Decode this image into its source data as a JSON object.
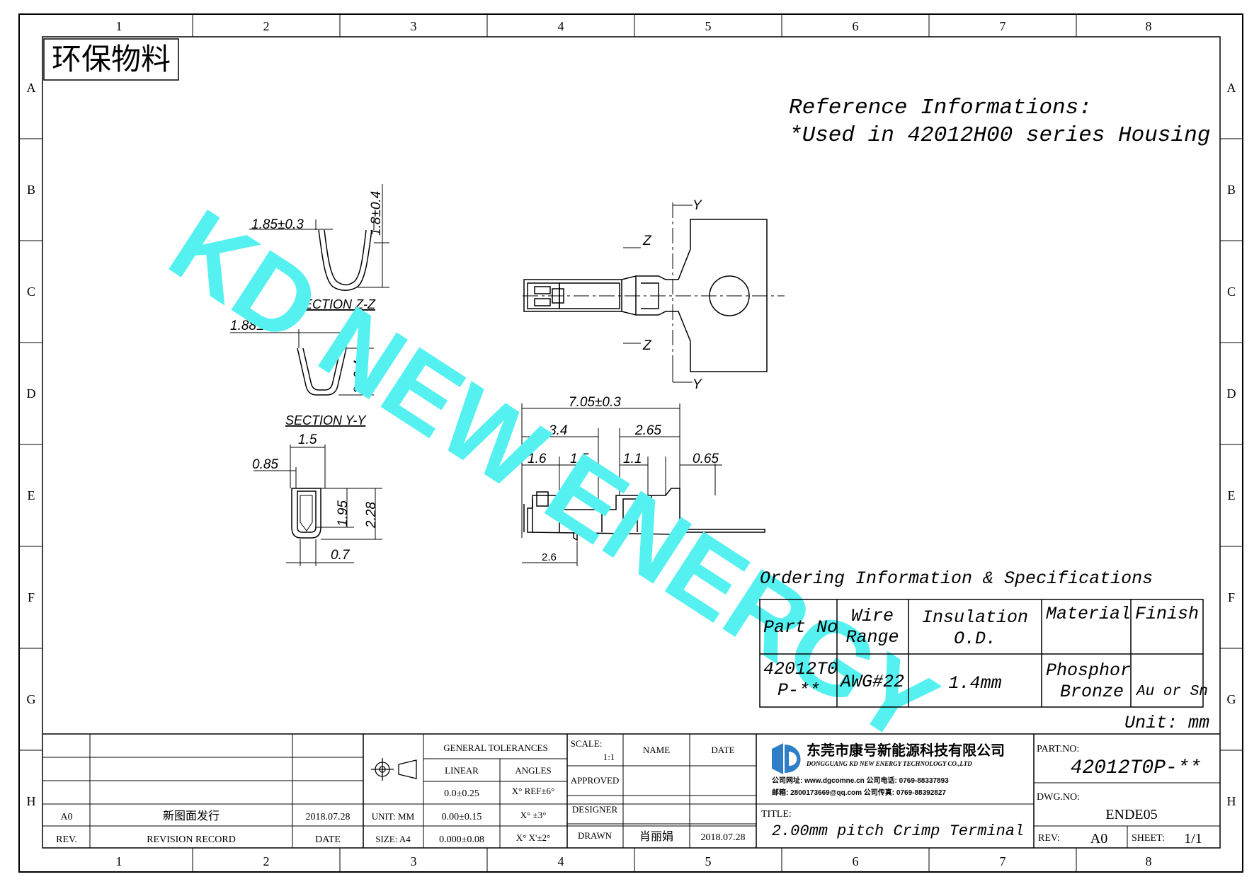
{
  "zones": {
    "columns": [
      "1",
      "2",
      "3",
      "4",
      "5",
      "6",
      "7",
      "8"
    ],
    "rows": [
      "A",
      "B",
      "C",
      "D",
      "E",
      "F",
      "G",
      "H"
    ]
  },
  "eco_label": "环保物料",
  "reference": {
    "line1": "Reference Informations:",
    "line2": "*Used in 42012H00 series Housing"
  },
  "watermark": {
    "text": "KD NEW ENERGY",
    "color": "#55f1f1"
  },
  "drawing": {
    "section_zz": {
      "label": "SECTION Z-Z",
      "dim_width": "1.85±0.3",
      "dim_height": "1.8±0.4"
    },
    "section_yy": {
      "label": "SECTION Y-Y",
      "dim_width": "1.88±0.3",
      "dim_height": "2±0.4"
    },
    "end_view": {
      "dim_1": "1.5",
      "dim_2": "0.85",
      "dim_3": "1.95",
      "dim_4": "2.28",
      "dim_5": "0.7"
    },
    "top_view": {
      "mark_y": "Y",
      "mark_z": "Z"
    },
    "side_view": {
      "dim_overall": "7.05±0.3",
      "dim_a": "3.4",
      "dim_b": "2.65",
      "dim_c": "1.6",
      "dim_d": "1.5",
      "dim_e": "1.1",
      "dim_f": "0.65",
      "dim_g": "2.6"
    }
  },
  "ordering": {
    "title": "Ordering Information & Specifications",
    "headers": {
      "part_no": "Part No",
      "wire_1": "Wire",
      "wire_2": "Range",
      "ins_1": "Insulation",
      "ins_2": "O.D.",
      "material": "Material",
      "finish": "Finish"
    },
    "row": {
      "part_1": "42012T0",
      "part_2": "P-**",
      "wire": "AWG#22",
      "ins": "1.4mm",
      "mat_1": "Phosphor",
      "mat_2": "Bronze",
      "finish": "Au or Sn"
    },
    "unit": "Unit: mm"
  },
  "title_block": {
    "rev_row": {
      "rev": "A0",
      "record": "新图面发行",
      "date": "2018.07.28"
    },
    "rev_header": {
      "rev": "REV.",
      "record": "REVISION RECORD",
      "date": "DATE"
    },
    "unit": "UNIT: MM",
    "size": "SIZE: A4",
    "tol_header": "GENERAL TOLERANCES",
    "linear": "LINEAR",
    "angles": "ANGLES",
    "tol_lin_1": "0.0±0.25",
    "tol_lin_2": "0.00±0.15",
    "tol_lin_3": "0.000±0.08",
    "tol_ang_1": "X° REF±6°",
    "tol_ang_2": "X° ±3°",
    "tol_ang_3": "X° X'±2°",
    "scale_label": "SCALE:",
    "scale_value": "1:1",
    "name_header": "NAME",
    "date_header": "DATE",
    "approved": "APPROVED",
    "designer": "DESIGNER",
    "drawn": "DRAWN",
    "drawn_name": "肖丽娟",
    "drawn_date": "2018.07.28",
    "company_cn": "东莞市康号新能源科技有限公司",
    "company_en": "DONGGUANG KD NEW ENERGY TECHNOLOGY CO.,LTD",
    "contact_1": "公司网址: www.dgcomne.cn   公司电话: 0769-88337893",
    "contact_2": "邮箱: 2800173669@qq.com   公司传真: 0769-88392827",
    "title_label": "TITLE:",
    "title_value": "2.00mm pitch Crimp Terminal",
    "part_no_label": "PART.NO:",
    "part_no_value": "42012T0P-**",
    "dwg_no_label": "DWG.NO:",
    "dwg_no_value": "ENDE05",
    "rev_label": "REV:",
    "rev_value": "A0",
    "sheet_label": "SHEET:",
    "sheet_value": "1/1"
  }
}
